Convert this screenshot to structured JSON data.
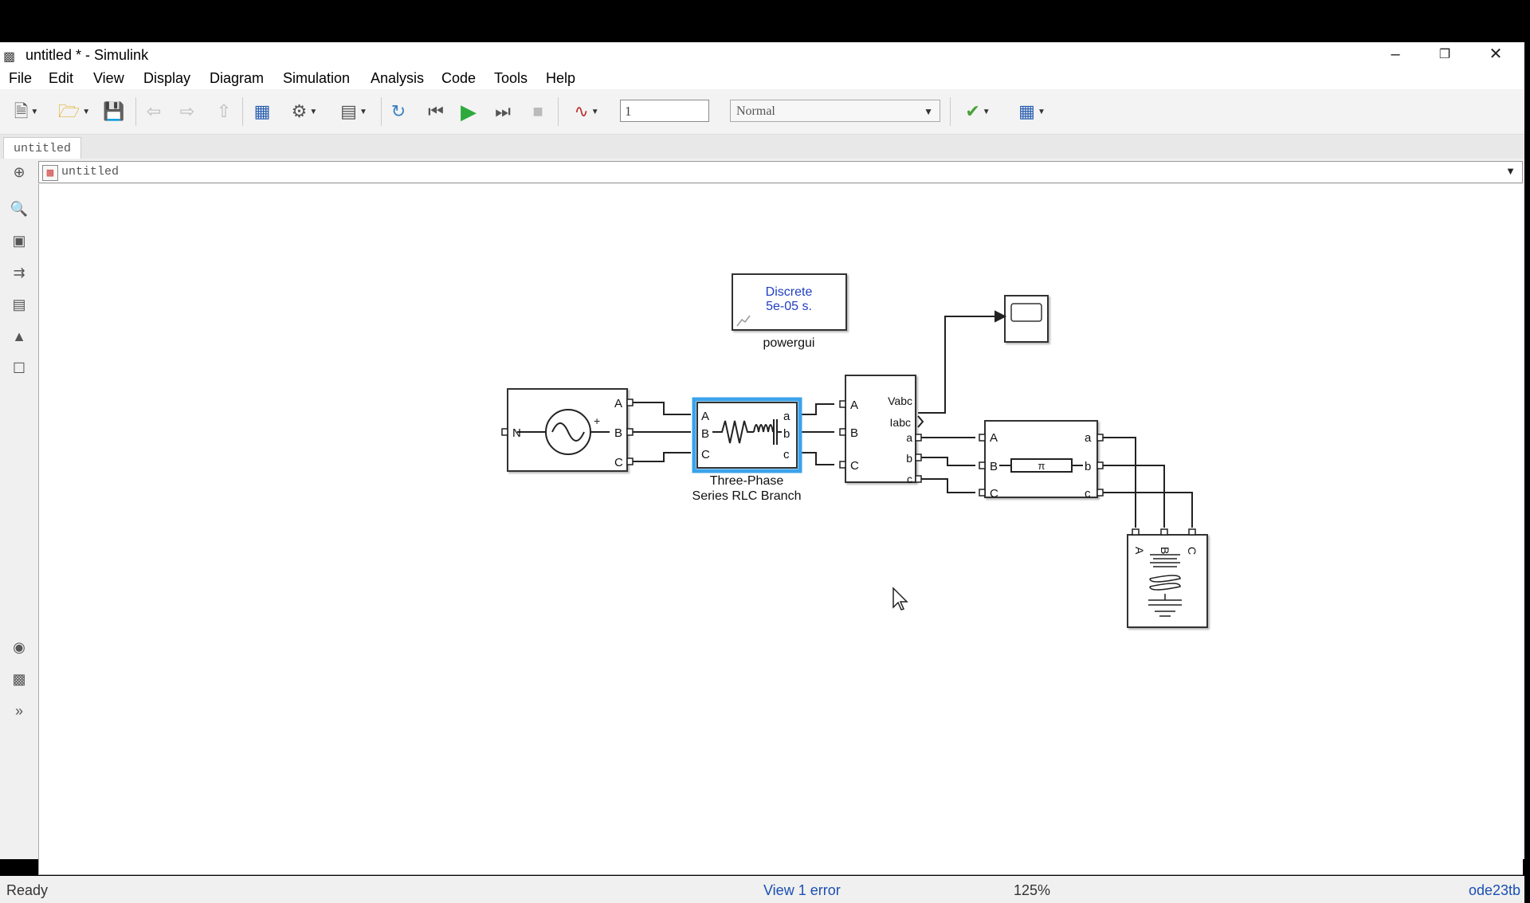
{
  "window": {
    "title": "untitled * - Simulink",
    "controls": [
      "minimize",
      "restore",
      "close"
    ]
  },
  "menu": [
    "File",
    "Edit",
    "View",
    "Display",
    "Diagram",
    "Simulation",
    "Analysis",
    "Code",
    "Tools",
    "Help"
  ],
  "toolbar": {
    "stop_time": "1",
    "sim_mode": "Normal",
    "icons": [
      "new-model-icon",
      "open-icon",
      "save-icon",
      "back-icon",
      "forward-icon",
      "up-icon",
      "library-browser-icon",
      "model-config-icon",
      "model-explorer-icon",
      "update-diagram-icon",
      "step-back-icon",
      "run-icon",
      "step-forward-icon",
      "stop-icon",
      "record-icon",
      "check-icon",
      "grid-icon"
    ]
  },
  "tab": {
    "label": "untitled"
  },
  "address": {
    "path": "untitled"
  },
  "left_palette": [
    "hide-show-icon",
    "zoom-icon",
    "fit-view-icon",
    "arrow-icon",
    "annotation-icon",
    "image-icon",
    "area-icon",
    "screenshot-icon",
    "property-inspector-icon",
    "expand-icon"
  ],
  "blocks": {
    "powergui": {
      "line1": "Discrete",
      "line2": "5e-05 s.",
      "label": "powergui"
    },
    "source": {
      "ports": [
        "N",
        "A",
        "B",
        "C"
      ]
    },
    "rlc": {
      "label_line1": "Three-Phase",
      "label_line2": "Series RLC Branch",
      "ports_in": [
        "A",
        "B",
        "C"
      ],
      "ports_out": [
        "a",
        "b",
        "c"
      ]
    },
    "vi_meas": {
      "ports_in": [
        "A",
        "B",
        "C"
      ],
      "ports_out": [
        "Vabc",
        "Iabc",
        "a",
        "b",
        "c"
      ]
    },
    "pi_section": {
      "ports_in": [
        "A",
        "B",
        "C"
      ],
      "ports_out": [
        "a",
        "b",
        "c"
      ]
    },
    "load": {
      "ports": [
        "A",
        "B",
        "C"
      ]
    }
  },
  "status": {
    "left": "Ready",
    "error": "View 1 error",
    "zoom": "125%",
    "solver": "ode23tb"
  },
  "colors": {
    "error_link": "#1a4fb3",
    "selection": "#3aa3ea",
    "powergui_text": "#1f3fbf"
  }
}
